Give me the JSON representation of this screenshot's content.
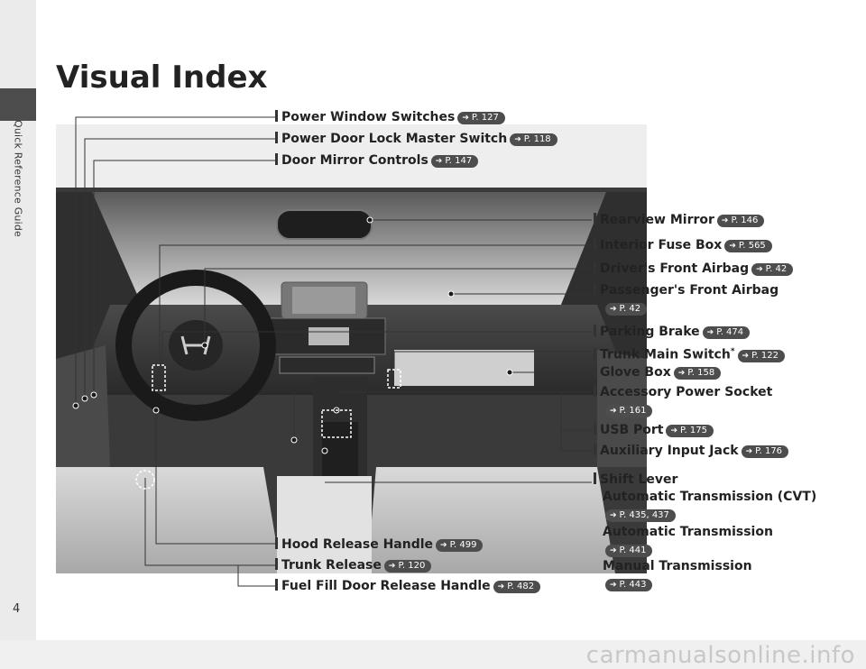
{
  "page": {
    "title": "Visual Index",
    "section": "Quick Reference Guide",
    "number": "4",
    "watermark": "carmanualsonline.info"
  },
  "labels": {
    "power_window": {
      "text": "Power Window Switches",
      "page": "P. 127"
    },
    "door_lock": {
      "text": "Power Door Lock Master Switch",
      "page": "P. 118"
    },
    "door_mirror": {
      "text": "Door Mirror Controls",
      "page": "P. 147"
    },
    "rearview": {
      "text": "Rearview Mirror",
      "page": "P. 146"
    },
    "fuse_box": {
      "text": "Interior Fuse Box",
      "page": "P. 565"
    },
    "driver_airbag": {
      "text": "Driver's Front Airbag",
      "page": "P. 42"
    },
    "passenger_airbag": {
      "text": "Passenger's Front Airbag",
      "page": "P. 42"
    },
    "parking_brake": {
      "text": "Parking Brake",
      "page": "P. 474"
    },
    "trunk_main": {
      "text": "Trunk Main Switch",
      "star": "*",
      "page": "P. 122"
    },
    "glove_box": {
      "text": "Glove Box",
      "page": "P. 158"
    },
    "accessory": {
      "text": "Accessory Power Socket",
      "page": "P. 161"
    },
    "usb": {
      "text": "USB Port",
      "page": "P. 175"
    },
    "aux": {
      "text": "Auxiliary Input Jack",
      "page": "P. 176"
    },
    "shift": {
      "text": "Shift Lever",
      "cvt": "Automatic Transmission (CVT)",
      "cvt_page": "P. 435, 437",
      "at": "Automatic Transmission",
      "at_page": "P. 441",
      "mt": "Manual Transmission",
      "mt_page": "P. 443"
    },
    "hood": {
      "text": "Hood Release Handle",
      "page": "P. 499"
    },
    "trunk_release": {
      "text": "Trunk Release",
      "page": "P. 120"
    },
    "fuel": {
      "text": "Fuel Fill Door Release Handle",
      "page": "P. 482"
    }
  }
}
